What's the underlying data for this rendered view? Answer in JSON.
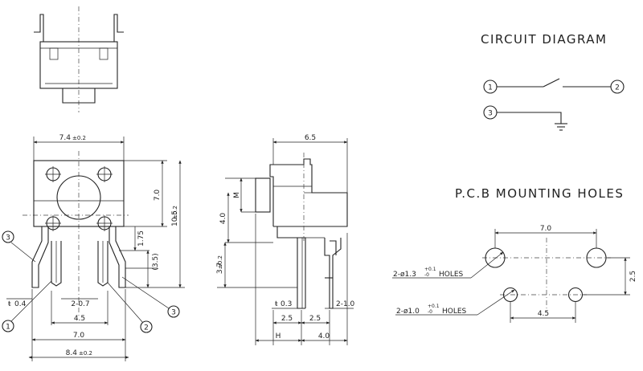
{
  "headings": {
    "circuit": "CIRCUIT DIAGRAM",
    "pcb": "P.C.B MOUNTING HOLES"
  },
  "circuit": {
    "terminals": [
      "1",
      "2",
      "3"
    ]
  },
  "front_view": {
    "width_top": "7.4",
    "width_top_tol": "±0.2",
    "height_body": "7.0",
    "height_total": "10.5",
    "height_total_tol": "±0.2",
    "offset_175": "1.75",
    "ref_35": "(3.5)",
    "lead_width": "0.4",
    "lead_gap": "2-0.7",
    "span_45": "4.5",
    "span_70": "7.0",
    "width_bottom": "8.4",
    "width_bottom_tol": "±0.2",
    "callouts": [
      "3",
      "1",
      "2",
      "3"
    ]
  },
  "side_view": {
    "width_65": "6.5",
    "label_m": "M",
    "height_40": "4.0",
    "height_37": "3.7",
    "height_37_tol": "±0.2",
    "pin_03": "0.3",
    "pitch_a": "2.5",
    "pitch_b": "2.5",
    "pin_10": "2-1.0",
    "label_h": "H",
    "depth_40": "4.0"
  },
  "pcb": {
    "span_70": "7.0",
    "span_45": "4.5",
    "span_25": "2.5",
    "hole_large_prefix": "2-ø1.3",
    "hole_large_tol_up": "+0.1",
    "hole_large_tol_dn": "-0",
    "hole_large_suffix": "HOLES",
    "hole_small_prefix": "2-ø1.0",
    "hole_small_tol_up": "+0.1",
    "hole_small_tol_dn": "-0",
    "hole_small_suffix": "HOLES"
  }
}
